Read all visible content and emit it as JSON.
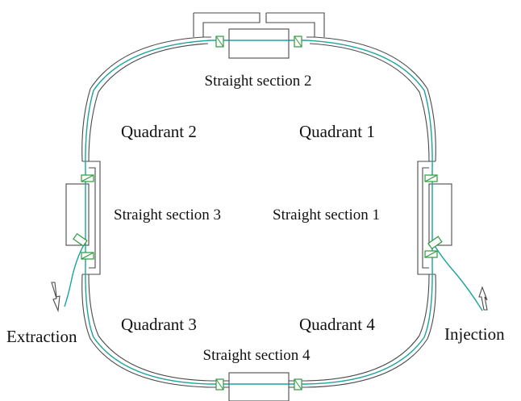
{
  "labels": {
    "straight_section_1": "Straight section 1",
    "straight_section_2": "Straight section 2",
    "straight_section_3": "Straight section 3",
    "straight_section_4": "Straight section 4",
    "quadrant_1": "Quadrant 1",
    "quadrant_2": "Quadrant 2",
    "quadrant_3": "Quadrant 3",
    "quadrant_4": "Quadrant 4",
    "injection": "Injection",
    "extraction": "Extraction"
  },
  "colors": {
    "beam": "#1aa3a0",
    "magnet": "#2c9a3c",
    "wall": "#4a4a4a"
  }
}
